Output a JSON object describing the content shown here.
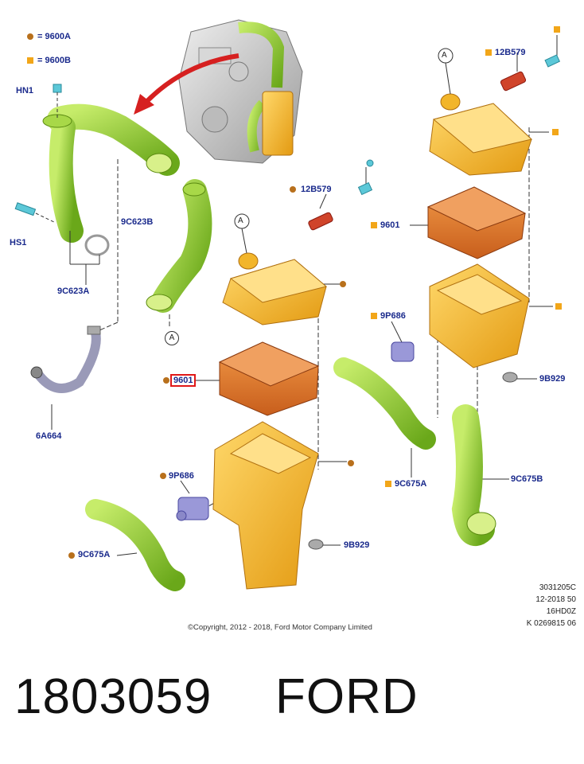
{
  "legend": [
    {
      "symbol": "dot",
      "text": "= 9600A"
    },
    {
      "symbol": "square",
      "text": "= 9600B"
    }
  ],
  "callouts": {
    "hn1": "HN1",
    "hs1": "HS1",
    "c623a": "9C623A",
    "c623b": "9C623B",
    "a664": "6A664",
    "a_circle": "A",
    "b579_mid": "12B579",
    "b579_right": "12B579",
    "p601_mid": "9601",
    "p601_right": "9601",
    "p686_mid": "9P686",
    "p686_right": "9P686",
    "b929_mid": "9B929",
    "b929_right": "9B929",
    "c675a_left": "9C675A",
    "c675a_mid": "9C675A",
    "c675b": "9C675B"
  },
  "meta": [
    "3031205C",
    "12-2018 50",
    "16HD0Z",
    "K 0269815 06"
  ],
  "copyright": "©Copyright, 2012 - 2018, Ford Motor Company Limited",
  "part_number": "1803059",
  "brand": "FORD",
  "colors": {
    "label_blue": "#1a2a8c",
    "marker_dot": "#b8701c",
    "marker_square": "#f2a619",
    "hose_green": "#8ccc2a",
    "housing_yellow": "#f5b828",
    "filter_orange": "#e07a2a",
    "sensor_red": "#d0442a",
    "bolt_cyan": "#5cc8d8",
    "actuator_purple": "#9a98d8",
    "highlight_red": "#e01818"
  }
}
